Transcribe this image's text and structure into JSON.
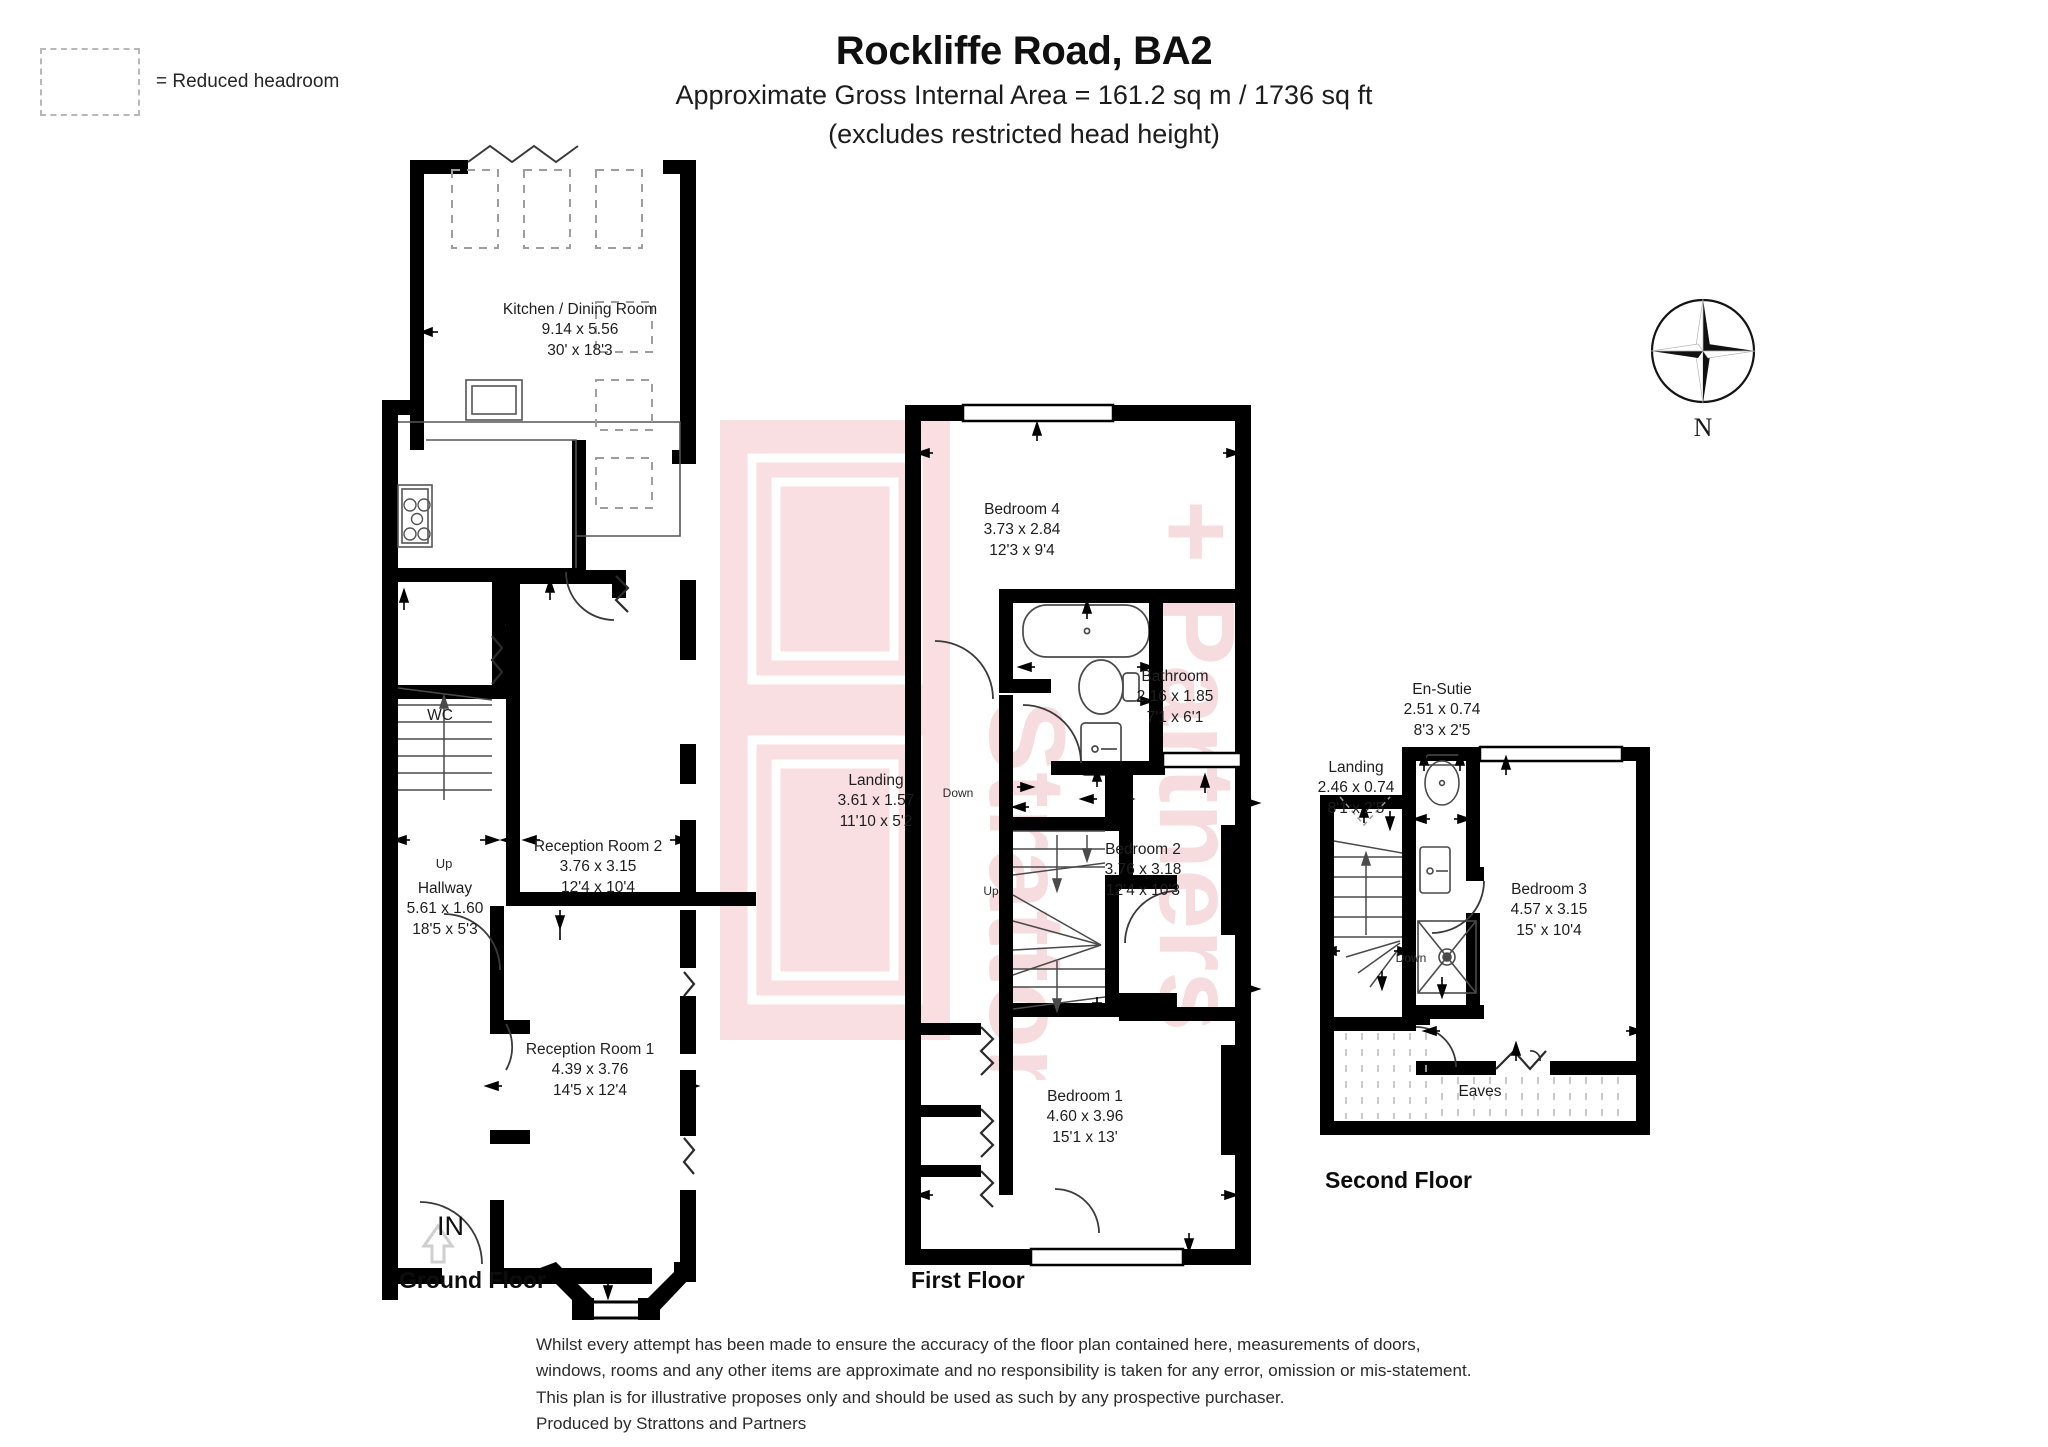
{
  "legend": {
    "text": "= Reduced headroom",
    "swatch_name": "reduced-headroom-swatch"
  },
  "header": {
    "title": "Rockliffe Road, BA2",
    "subtitle_line1": "Approximate Gross Internal Area = 161.2 sq m / 1736 sq ft",
    "subtitle_line2": "(excludes restricted head height)"
  },
  "compass": {
    "north_label": "N"
  },
  "watermark": {
    "text": "Strattons + Partners",
    "color": "#f7dcdf"
  },
  "colors": {
    "wall": "#000000",
    "thin_line": "#3a3a3a",
    "dashed": "#9a9a9a",
    "text": "#1e1e1e",
    "watermark_pink": "#f9dfe2"
  },
  "floors": [
    {
      "id": "ground",
      "title": "Ground Floor",
      "entrance_label": "IN",
      "rooms": [
        {
          "name": "Kitchen / Dining Room",
          "metric": "9.14 x 5.56",
          "imperial": "30' x 18'3"
        },
        {
          "name": "WC",
          "metric": "",
          "imperial": ""
        },
        {
          "name": "Reception Room 2",
          "metric": "3.76 x 3.15",
          "imperial": "12'4 x 10'4"
        },
        {
          "name": "Hallway",
          "metric": "5.61 x 1.60",
          "imperial": "18'5 x 5'3"
        },
        {
          "name": "Reception Room 1",
          "metric": "4.39 x 3.76",
          "imperial": "14'5 x 12'4"
        }
      ],
      "stair_markers": [
        "Up"
      ]
    },
    {
      "id": "first",
      "title": "First Floor",
      "rooms": [
        {
          "name": "Bedroom 4",
          "metric": "3.73 x 2.84",
          "imperial": "12'3 x 9'4"
        },
        {
          "name": "Bathroom",
          "metric": "2.16 x 1.85",
          "imperial": "7'1 x 6'1"
        },
        {
          "name": "Landing",
          "metric": "3.61 x 1.57",
          "imperial": "11'10 x 5'2"
        },
        {
          "name": "Bedroom 2",
          "metric": "3.76 x 3.18",
          "imperial": "12'4 x 10'3"
        },
        {
          "name": "Bedroom 1",
          "metric": "4.60 x 3.96",
          "imperial": "15'1 x 13'"
        }
      ],
      "stair_markers": [
        "Down",
        "Up"
      ]
    },
    {
      "id": "second",
      "title": "Second Floor",
      "rooms": [
        {
          "name": "En-Sutie",
          "metric": "2.51 x 0.74",
          "imperial": "8'3 x 2'5"
        },
        {
          "name": "Landing",
          "metric": "2.46 x 0.74",
          "imperial": "8'1 x 2'5"
        },
        {
          "name": "Bedroom 3",
          "metric": "4.57 x 3.15",
          "imperial": "15' x 10'4"
        },
        {
          "name": "Eaves",
          "metric": "",
          "imperial": ""
        }
      ],
      "stair_markers": [
        "Down"
      ]
    }
  ],
  "disclaimer": {
    "line1": "Whilst every attempt has been made to ensure the accuracy of the floor plan contained here, measurements of doors,",
    "line2": "windows, rooms and any other items are approximate and no responsibility is taken for any error, omission or mis-statement.",
    "line3": "This plan is for illustrative proposes only and should be used as such by any prospective purchaser.",
    "line4": "Produced by Strattons and Partners"
  }
}
